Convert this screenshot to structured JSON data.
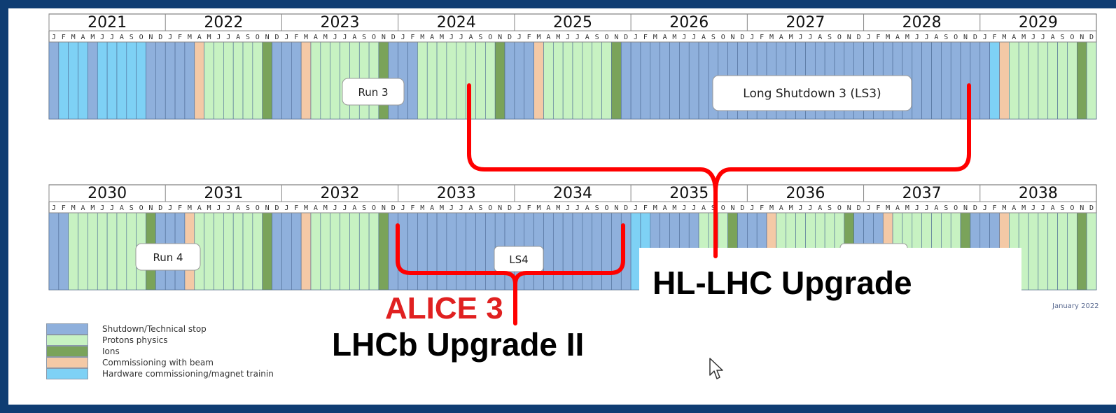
{
  "colors": {
    "shutdown": "#8fb0dc",
    "protons": "#c7f2c2",
    "ions": "#7aa35a",
    "commissioning": "#f4c9a6",
    "hardware": "#7ed1f5",
    "frame": "#0f3d73",
    "bracket": "#ff0000"
  },
  "timeline": {
    "months": [
      "J",
      "F",
      "M",
      "A",
      "M",
      "J",
      "J",
      "A",
      "S",
      "O",
      "N",
      "D"
    ],
    "row1_years": [
      "2021",
      "2022",
      "2023",
      "2024",
      "2025",
      "2026",
      "2027",
      "2028",
      "2029"
    ],
    "row2_years": [
      "2030",
      "2031",
      "2032",
      "2033",
      "2034",
      "2035",
      "2036",
      "2037",
      "2038"
    ],
    "row1_labels": {
      "run3": "Run 3",
      "ls3": "Long Shutdown 3 (LS3)"
    },
    "row2_labels": {
      "run4": "Run 4",
      "ls4": "LS4"
    },
    "date_note": "January 2022"
  },
  "annotations": {
    "hl_lhc": "HL-LHC Upgrade",
    "lhcb": "LHCb Upgrade II",
    "hidden_title": "ALICE 3"
  },
  "legend": [
    {
      "label": "Shutdown/Technical stop",
      "color_key": "shutdown"
    },
    {
      "label": "Protons physics",
      "color_key": "protons"
    },
    {
      "label": "Ions",
      "color_key": "ions"
    },
    {
      "label": "Commissioning with beam",
      "color_key": "commissioning"
    },
    {
      "label": "Hardware commissioning/magnet trainin",
      "color_key": "hardware"
    }
  ]
}
